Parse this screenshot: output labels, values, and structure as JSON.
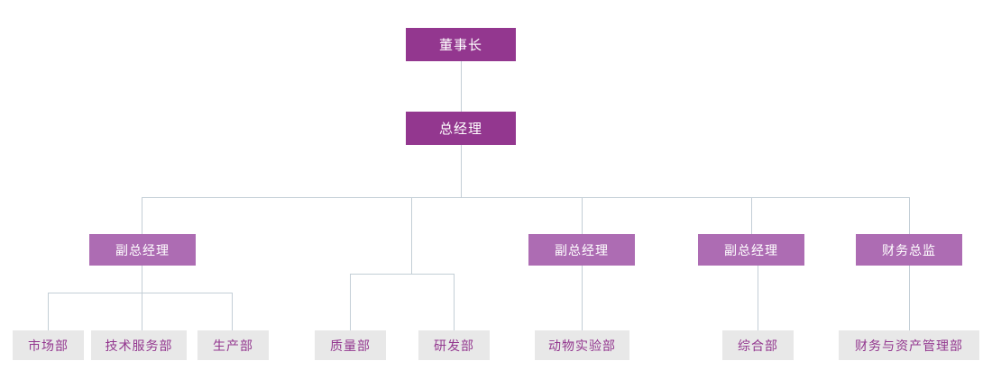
{
  "chart_data": {
    "type": "diagram",
    "title": "",
    "diagram_kind": "organization-chart",
    "orientation": "top-down",
    "levels": 4,
    "colors": {
      "level1_fill": "#93378f",
      "level1_text": "#ffffff",
      "level2_fill": "#93378f",
      "level2_text": "#ffffff",
      "level3_fill": "#ad6cb3",
      "level3_text": "#ffffff",
      "leaf_fill": "#e8e8e8",
      "leaf_text": "#93378f",
      "connector": "#c3ced6",
      "background": "#ffffff"
    },
    "nodes": [
      {
        "id": "chairman",
        "label": "董事长",
        "level": 1,
        "parent": null
      },
      {
        "id": "gm",
        "label": "总经理",
        "level": 2,
        "parent": "chairman"
      },
      {
        "id": "dgm1",
        "label": "副总经理",
        "level": 3,
        "parent": "gm"
      },
      {
        "id": "dgm2",
        "label": "副总经理",
        "level": 3,
        "parent": "gm"
      },
      {
        "id": "dgm3",
        "label": "副总经理",
        "level": 3,
        "parent": "gm"
      },
      {
        "id": "cfo",
        "label": "财务总监",
        "level": 3,
        "parent": "gm"
      },
      {
        "id": "market",
        "label": "市场部",
        "level": 4,
        "parent": "dgm1"
      },
      {
        "id": "techserv",
        "label": "技术服务部",
        "level": 4,
        "parent": "dgm1"
      },
      {
        "id": "production",
        "label": "生产部",
        "level": 4,
        "parent": "dgm1"
      },
      {
        "id": "quality",
        "label": "质量部",
        "level": 4,
        "parent": "gm"
      },
      {
        "id": "rnd",
        "label": "研发部",
        "level": 4,
        "parent": "gm"
      },
      {
        "id": "animallab",
        "label": "动物实验部",
        "level": 4,
        "parent": "dgm2"
      },
      {
        "id": "general",
        "label": "综合部",
        "level": 4,
        "parent": "dgm3"
      },
      {
        "id": "finance",
        "label": "财务与资产管理部",
        "level": 4,
        "parent": "cfo"
      }
    ]
  },
  "org": {
    "chairman": "董事长",
    "general_manager": "总经理",
    "deputy_gm_1": "副总经理",
    "deputy_gm_2": "副总经理",
    "deputy_gm_3": "副总经理",
    "finance_director": "财务总监",
    "dept_market": "市场部",
    "dept_tech_service": "技术服务部",
    "dept_production": "生产部",
    "dept_quality": "质量部",
    "dept_rnd": "研发部",
    "dept_animal_lab": "动物实验部",
    "dept_general_affairs": "综合部",
    "dept_finance_assets": "财务与资产管理部"
  }
}
